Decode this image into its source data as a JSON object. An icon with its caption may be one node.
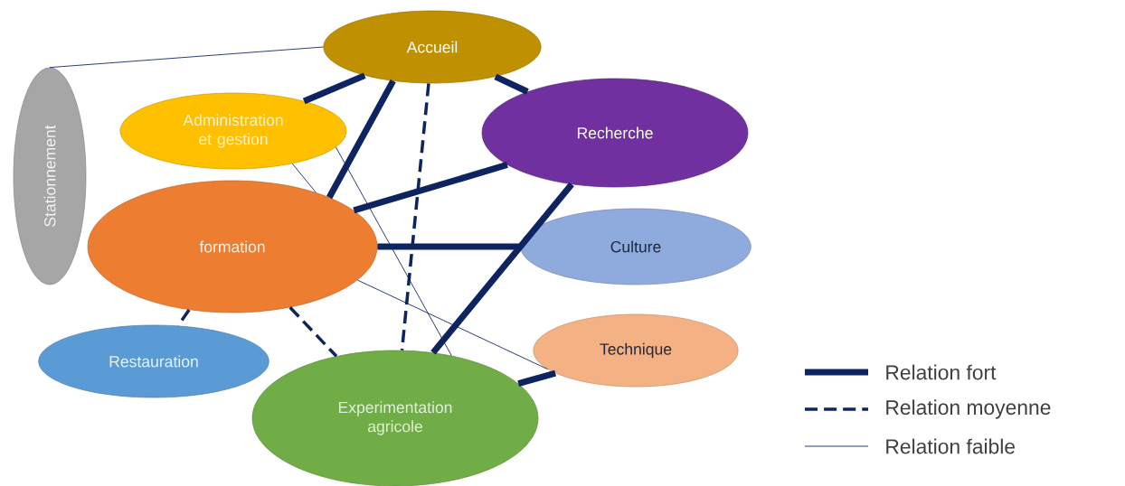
{
  "diagram": {
    "nodes": [
      {
        "text": [
          "Accueil"
        ]
      },
      {
        "text": [
          "Stationnement"
        ]
      },
      {
        "text": [
          "Administration et gestion"
        ]
      },
      {
        "text": [
          "Recherche"
        ]
      },
      {
        "text": [
          "formation"
        ]
      },
      {
        "text": [
          "Culture"
        ]
      },
      {
        "text": [
          "Technique"
        ]
      },
      {
        "text": [
          "Restauration"
        ]
      },
      {
        "text": [
          "Experimentation agricole"
        ]
      }
    ],
    "edges": [
      {
        "from": 0,
        "to": 1,
        "arrow": "none"
      },
      {
        "from": 0,
        "to": 2,
        "arrow": "none",
        "style": "thick"
      },
      {
        "from": 0,
        "to": 4,
        "arrow": "none",
        "style": "thick"
      },
      {
        "from": 0,
        "to": 8,
        "arrow": "none",
        "style": "dashed"
      },
      {
        "from": 0,
        "to": 3,
        "arrow": "none",
        "style": "thick"
      },
      {
        "from": 2,
        "to": 4,
        "arrow": "none"
      },
      {
        "from": 2,
        "to": 8,
        "arrow": "none"
      },
      {
        "from": 3,
        "to": 4,
        "arrow": "none",
        "style": "thick"
      },
      {
        "from": 3,
        "to": 8,
        "arrow": "none",
        "style": "thick"
      },
      {
        "from": 4,
        "to": 5,
        "arrow": "none",
        "style": "thick"
      },
      {
        "from": 4,
        "to": 6,
        "arrow": "none"
      },
      {
        "from": 4,
        "to": 7,
        "arrow": "none",
        "style": "dashed"
      },
      {
        "from": 4,
        "to": 8,
        "arrow": "none",
        "style": "dashed"
      },
      {
        "from": 6,
        "to": 8,
        "arrow": "none",
        "style": "thick"
      }
    ],
    "legend": [
      {
        "text": "Relation fort"
      },
      {
        "text": "Relation moyenne"
      },
      {
        "text": "Relation faible"
      }
    ]
  }
}
